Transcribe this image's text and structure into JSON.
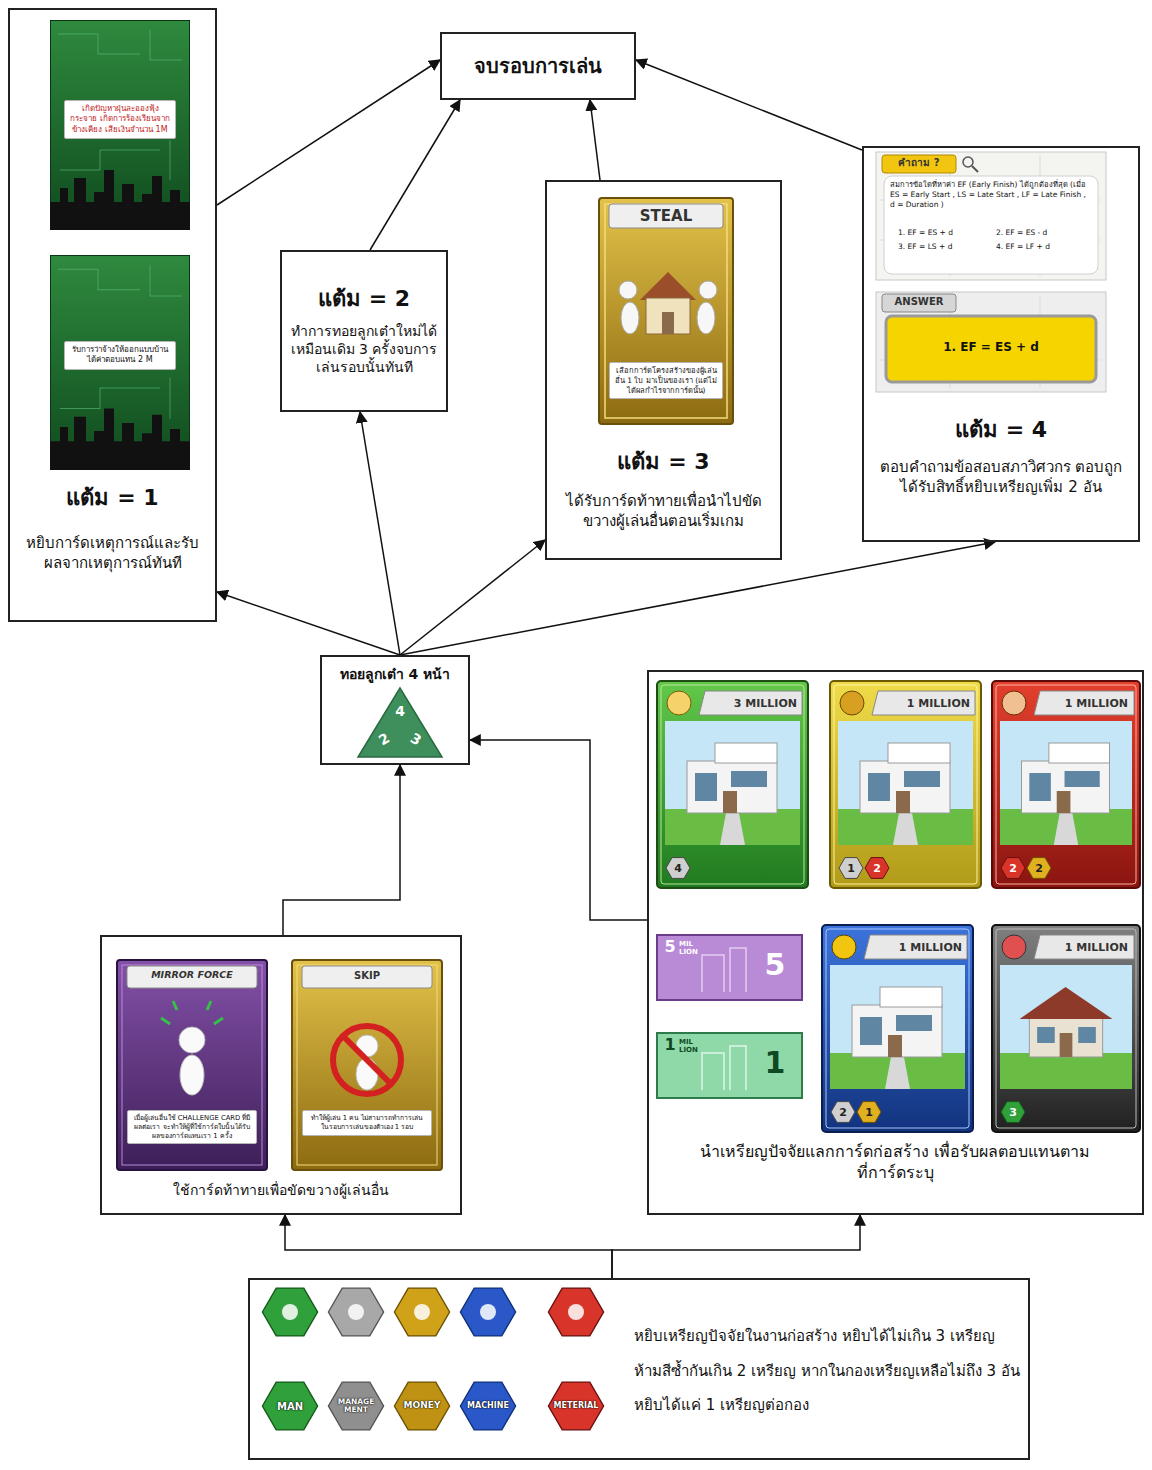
{
  "diagram": {
    "nodes": [
      {
        "text": [
          "จบรอบการเล่น"
        ]
      },
      {
        "text": [
          "แต้ม = 1",
          "หยิบการ์ดเหตุการณ์และรับผลจากเหตุการณ์ทันที"
        ]
      },
      {
        "text": [
          "เกิดปัญหาฝุ่นละอองฟุ้งกระจาย เกิดการร้องเรียนจากข้างเคียง เสียเงินจำนวน 1M"
        ],
        "in": 1
      },
      {
        "text": [
          "รับการว่าจ้างให้ออกแบบบ้าน ได้ค่าตอบแทน 2 M"
        ],
        "in": 1
      },
      {
        "text": [
          "แต้ม = 2",
          "ทำการทอยลูกเต๋าใหม่ได้เหมือนเดิม 3 ครั้งจบการเล่นรอบนั้นทันที"
        ]
      },
      {
        "text": [
          "แต้ม = 3",
          "ได้รับการ์ดท้าทายเพื่อนำไปขัดขวางผู้เล่นอื่นตอนเริ่มเกม"
        ]
      },
      {
        "text": [
          "STEAL",
          "เลือกการ์ดโครงสร้างของผู้เล่นอื่น 1 ใบ มาเป็นของเรา (แต่ไม่ได้ผลกำไรจากการ์ดนั้น)"
        ],
        "in": 5
      },
      {
        "text": [
          "แต้ม = 4",
          "ตอบคำถามข้อสอบสภาวิศวกร ตอบถูกได้รับสิทธิ์หยิบเหรียญเพิ่ม 2 อัน"
        ]
      },
      {
        "text": [
          "คำถาม ?",
          "สมการข้อใดที่หาค่า EF (Early Finish) ได้ถูกต้องที่สุด (เมื่อ ES = Early Start , LS = Late Start , LF = Late Finish , d = Duration )",
          "1. EF = ES + d",
          "2. EF = ES - d",
          "3. EF = LS + d",
          "4. EF = LF + d"
        ],
        "in": 7
      },
      {
        "text": [
          "ANSWER",
          "1. EF = ES + d"
        ],
        "in": 7
      },
      {
        "text": [
          "ทอยลูกเต๋า 4 หน้า"
        ]
      },
      {
        "text": [
          "ใช้การ์ดท้าทายเพื่อขัดขวางผู้เล่นอื่น"
        ]
      },
      {
        "text": [
          "MIRROR FORCE",
          "เมื่อผู้เล่นอื่นใช้ CHALLENGE CARD ที่มีผลต่อเรา จะทำให้ผู้ที่ใช้การ์ดใบนั้นได้รับผลของการ์ดแทนเรา 1 ครั้ง"
        ],
        "in": 11
      },
      {
        "text": [
          "SKIP",
          "ทำให้ผู้เล่น 1 คน ไม่สามารถทำการเล่นในรอบการเล่นของตัวเอง 1 รอบ"
        ],
        "in": 11
      },
      {
        "text": [
          "นำเหรียญปัจจัยแลกการ์ดก่อสร้าง เพื่อรับผลตอบแทนตามที่การ์ดระบุ"
        ]
      },
      {
        "text": [
          "3 MILLION",
          "4"
        ],
        "in": 14
      },
      {
        "text": [
          "1 MILLION",
          "1",
          "2"
        ],
        "in": 14
      },
      {
        "text": [
          "1 MILLION",
          "2",
          "2"
        ],
        "in": 14
      },
      {
        "text": [
          "5",
          "MIL LION",
          "5"
        ],
        "in": 14
      },
      {
        "text": [
          "1",
          "MIL LION",
          "1"
        ],
        "in": 14
      },
      {
        "text": [
          "1 MILLION",
          "2",
          "1"
        ],
        "in": 14
      },
      {
        "text": [
          "1 MILLION",
          "3"
        ],
        "in": 14
      },
      {
        "text": [
          "หยิบเหรียญปัจจัยในงานก่อสร้าง หยิบได้ไม่เกิน 3 เหรียญ ห้ามสีซ้ำกันเกิน 2 เหรียญ หากในกองเหรียญเหลือไม่ถึง 3 อัน หยิบได้แค่ 1 เหรียญต่อกอง"
        ]
      },
      {
        "text": [
          "MAN"
        ],
        "in": 22
      },
      {
        "text": [
          "MANAGE MENT"
        ],
        "in": 22
      },
      {
        "text": [
          "MONEY"
        ],
        "in": 22
      },
      {
        "text": [
          "MACHINE"
        ],
        "in": 22
      },
      {
        "text": [
          "METERIAL"
        ],
        "in": 22
      }
    ],
    "edges": [
      {
        "from": 22,
        "to": 11,
        "arrow": "to"
      },
      {
        "from": 22,
        "to": 14,
        "arrow": "to"
      },
      {
        "from": 11,
        "to": 10,
        "arrow": "to"
      },
      {
        "from": 14,
        "to": 10,
        "arrow": "to"
      },
      {
        "from": 10,
        "to": 1,
        "arrow": "to"
      },
      {
        "from": 10,
        "to": 4,
        "arrow": "to"
      },
      {
        "from": 10,
        "to": 5,
        "arrow": "to"
      },
      {
        "from": 10,
        "to": 7,
        "arrow": "to"
      },
      {
        "from": 1,
        "to": 0,
        "arrow": "to"
      },
      {
        "from": 4,
        "to": 0,
        "arrow": "to"
      },
      {
        "from": 5,
        "to": 0,
        "arrow": "to"
      },
      {
        "from": 7,
        "to": 0,
        "arrow": "to"
      }
    ],
    "labels": [
      "4",
      "2",
      "3"
    ]
  }
}
